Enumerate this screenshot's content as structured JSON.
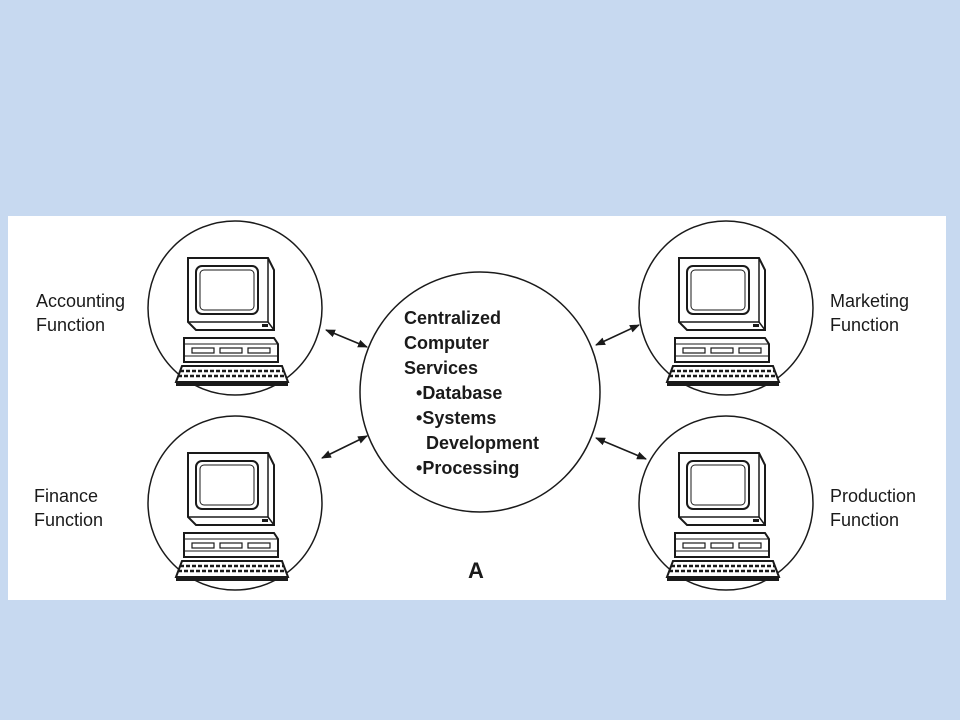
{
  "colors": {
    "slide_background": "#c7d9f0",
    "figure_background": "#ffffff",
    "ink": "#1a1a1a"
  },
  "center": {
    "title_lines": [
      "Centralized",
      "Computer",
      "Services"
    ],
    "bullets": [
      {
        "bullet": "•",
        "text": "Database"
      },
      {
        "bullet": "•",
        "text": "Systems",
        "continuation": "Development"
      },
      {
        "bullet": "•",
        "text": "Processing"
      }
    ]
  },
  "nodes": {
    "accounting": {
      "line1": "Accounting",
      "line2": "Function",
      "icon": "computer-workstation-icon"
    },
    "marketing": {
      "line1": "Marketing",
      "line2": "Function",
      "icon": "computer-workstation-icon"
    },
    "finance": {
      "line1": "Finance",
      "line2": "Function",
      "icon": "computer-workstation-icon"
    },
    "production": {
      "line1": "Production",
      "line2": "Function",
      "icon": "computer-workstation-icon"
    }
  },
  "figure_letter": "A"
}
